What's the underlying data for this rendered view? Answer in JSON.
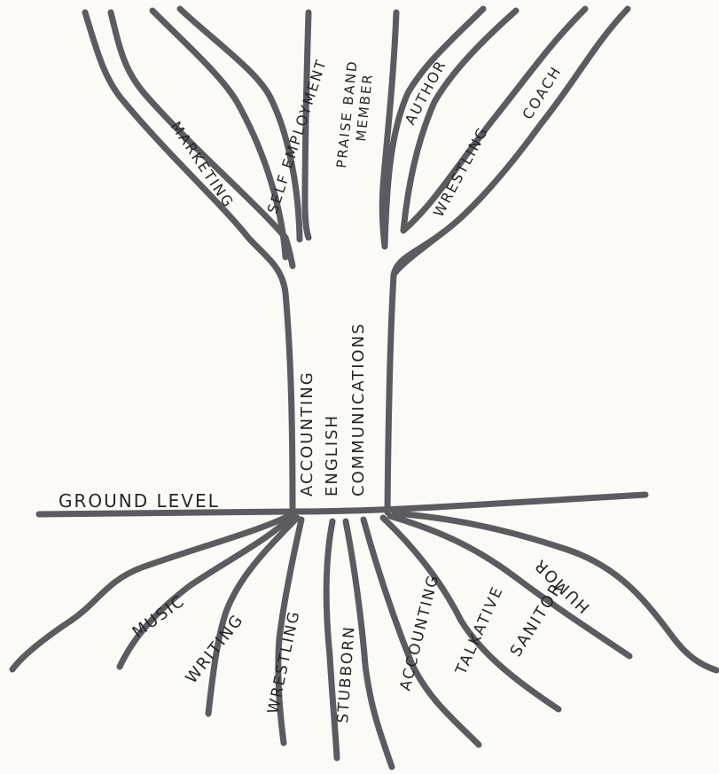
{
  "trunk": {
    "lines": [
      "ACCOUNTING",
      "ENGLISH",
      "COMMUNICATIONS"
    ]
  },
  "ground": {
    "label": "GROUND LEVEL"
  },
  "branches": [
    {
      "id": "marketing",
      "label": "MARKETING"
    },
    {
      "id": "self-employment",
      "label": "SELF EMPLOYMENT"
    },
    {
      "id": "praise-band",
      "label": "PRAISE BAND"
    },
    {
      "id": "praise-band-2",
      "label": "MEMBER"
    },
    {
      "id": "author",
      "label": "AUTHOR"
    },
    {
      "id": "wrestling-coach",
      "label": "WRESTLING"
    },
    {
      "id": "coach",
      "label": "COACH"
    }
  ],
  "roots": [
    {
      "id": "music",
      "label": "MUSIC"
    },
    {
      "id": "writing",
      "label": "WRITING"
    },
    {
      "id": "wrestling",
      "label": "WRESTLING"
    },
    {
      "id": "stubborn",
      "label": "STUBBORN"
    },
    {
      "id": "accounting",
      "label": "ACCOUNTING"
    },
    {
      "id": "talkative",
      "label": "TALKATIVE"
    },
    {
      "id": "sanitor",
      "label": "SANITOR"
    },
    {
      "id": "humor",
      "label": "HUMOR"
    }
  ]
}
